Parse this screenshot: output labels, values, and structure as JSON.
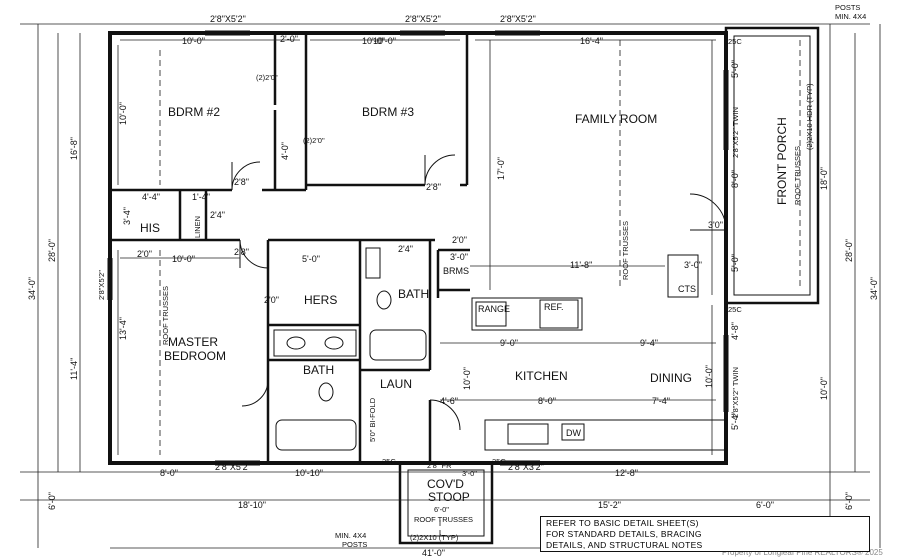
{
  "rooms": {
    "bdrm2": "BDRM #2",
    "bdrm3": "BDRM #3",
    "family": "FAMILY ROOM",
    "his": "HIS",
    "linen": "LINEN",
    "hers": "HERS",
    "bath1": "BATH",
    "bath2": "BATH",
    "master1": "MASTER",
    "master2": "BEDROOM",
    "laun": "LAUN",
    "kitchen": "KITCHEN",
    "dining": "DINING",
    "front_porch": "FRONT PORCH",
    "stoop1": "COV'D",
    "stoop2": "STOOP",
    "range": "RANGE",
    "ref": "REF.",
    "dw": "DW",
    "brms": "BRMS",
    "cts": "CTS",
    "bifold": "5'0\" BI-FOLD"
  },
  "dims_overall": {
    "top_left": "10'-0\"",
    "top_mid": "10'-0\"",
    "top_right": "16'-4\"",
    "bot_8": "8'-0\"",
    "bot_1010": "10'-10\"",
    "bot_1610": "18'-10\"",
    "bot_152": "15'-2\"",
    "bot_40": "6'-0\"",
    "bot_128": "12'-8\"",
    "bot_41": "41'-0\"",
    "left_34": "34'-0\"",
    "left_28": "28'-0\"",
    "left_168": "16'-8\"",
    "left_114": "11'-4\"",
    "left_60": "6'-0\"",
    "right_34": "34'-0\"",
    "right_28": "28'-0\"",
    "right_18": "18'-0\"",
    "right_100": "10'-0\"",
    "right_60": "6'-0\""
  },
  "windows": {
    "w1": "2'8\"X5'2\"",
    "w2": "2'8\"X5'2\"",
    "w3": "2'8\"X5'2\"",
    "w4": "2'8\"X5'2\"",
    "w5": "2'8\"X3'2\"",
    "twin1": "2'8\"X5'2\" TWIN",
    "twin2": "2'8\"X5'2\" TWIN",
    "left_win": "2'8\"X5'2\""
  },
  "dims_inner": {
    "d_100a": "10'-0\"",
    "d_100b": "10'-0\"",
    "d_20a": "2'-0\"",
    "d_100c": "10'-0\"",
    "d_40a": "4'-0\"",
    "d_44": "4'-4\"",
    "d_14": "1'-4\"",
    "d_34": "3'-4\"",
    "d_24": "2'4\"",
    "d_28a": "2'8\"",
    "d_28b": "2'8\"",
    "d_28c": "2'8\"",
    "d_20b": "2'0\"",
    "d_50": "5'-0\"",
    "d_20c": "2'0\"",
    "d_24b": "2'4\"",
    "d_118": "11'-8\"",
    "d_30": "3'-0\"",
    "d_170": "17'-0\"",
    "d_90": "9'-0\"",
    "d_94": "9'-4\"",
    "d_100d": "10'-0\"",
    "d_80": "8'-0\"",
    "d_74": "7'-4\"",
    "d_46": "4'-6\"",
    "d_134": "13'-4\"",
    "d_100e": "10'-0\"",
    "d_30b": "3'0\"",
    "d_50b": "5'-0\"",
    "d_80b": "8'-0\"",
    "d_48": "4'-8\"",
    "d_54": "5'-4\"",
    "d_100f": "10'-0\"",
    "d_20d": "2'0\"",
    "d_30c": "3'-0\"",
    "d_60b": "6'-0\""
  },
  "notes": {
    "roof_trusses_a": "ROOF TRUSSES",
    "roof_trusses_b": "ROOF TRUSSES",
    "roof_trusses_c": "ROOF TRUSSES",
    "roof_trusses_d": "ROOF TRUSSES",
    "hdr": "(2)2X10 HDR (TYP)",
    "hdr2": "(2)2X10 (TYP)",
    "posts_top1": "POSTS",
    "posts_top2": "MIN. 4X4",
    "posts_bot1": "MIN. 4X4",
    "posts_bot2": "POSTS",
    "hdr_2x10a": "(2)2'0\"",
    "hdr_2x10b": "(2)2'0\"",
    "c25a": "25C",
    "c25b": "25C",
    "c25c": "25C",
    "c25d": "25C",
    "fr": "2'8\" FR",
    "stoop_w": "6'-0\"",
    "stoop_d": "3'-0\"",
    "ref1": "REFER TO BASIC DETAIL SHEET(S)",
    "ref2": "FOR STANDARD DETAILS, BRACING",
    "ref3": "DETAILS, AND STRUCTURAL NOTES"
  },
  "watermark": "Property of Longleaf Pine REALTORS® 2025"
}
